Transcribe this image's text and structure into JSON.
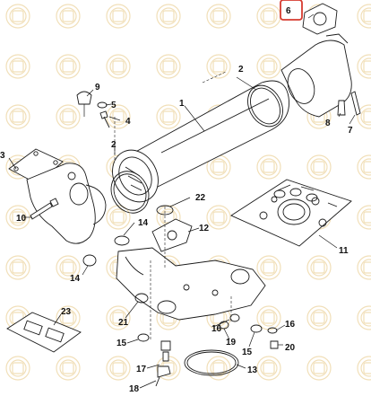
{
  "diagram": {
    "highlight_color": "#d63a2f",
    "watermark_color": "#f1dfb8",
    "line_color": "#1a1a1a",
    "callouts": [
      {
        "id": "c1",
        "text": "1"
      },
      {
        "id": "c2a",
        "text": "2"
      },
      {
        "id": "c2b",
        "text": "2"
      },
      {
        "id": "c3",
        "text": "3"
      },
      {
        "id": "c4",
        "text": "4"
      },
      {
        "id": "c5",
        "text": "5"
      },
      {
        "id": "c6",
        "text": "6"
      },
      {
        "id": "c7",
        "text": "7"
      },
      {
        "id": "c8",
        "text": "8"
      },
      {
        "id": "c9",
        "text": "9"
      },
      {
        "id": "c10",
        "text": "10"
      },
      {
        "id": "c11",
        "text": "11"
      },
      {
        "id": "c12",
        "text": "12"
      },
      {
        "id": "c13",
        "text": "13"
      },
      {
        "id": "c14a",
        "text": "14"
      },
      {
        "id": "c14b",
        "text": "14"
      },
      {
        "id": "c15a",
        "text": "15"
      },
      {
        "id": "c15b",
        "text": "15"
      },
      {
        "id": "c16a",
        "text": "16"
      },
      {
        "id": "c16b",
        "text": "16"
      },
      {
        "id": "c17",
        "text": "17"
      },
      {
        "id": "c18",
        "text": "18"
      },
      {
        "id": "c19",
        "text": "19"
      },
      {
        "id": "c20",
        "text": "20"
      },
      {
        "id": "c21",
        "text": "21"
      },
      {
        "id": "c22",
        "text": "22"
      },
      {
        "id": "c23",
        "text": "23"
      }
    ]
  }
}
